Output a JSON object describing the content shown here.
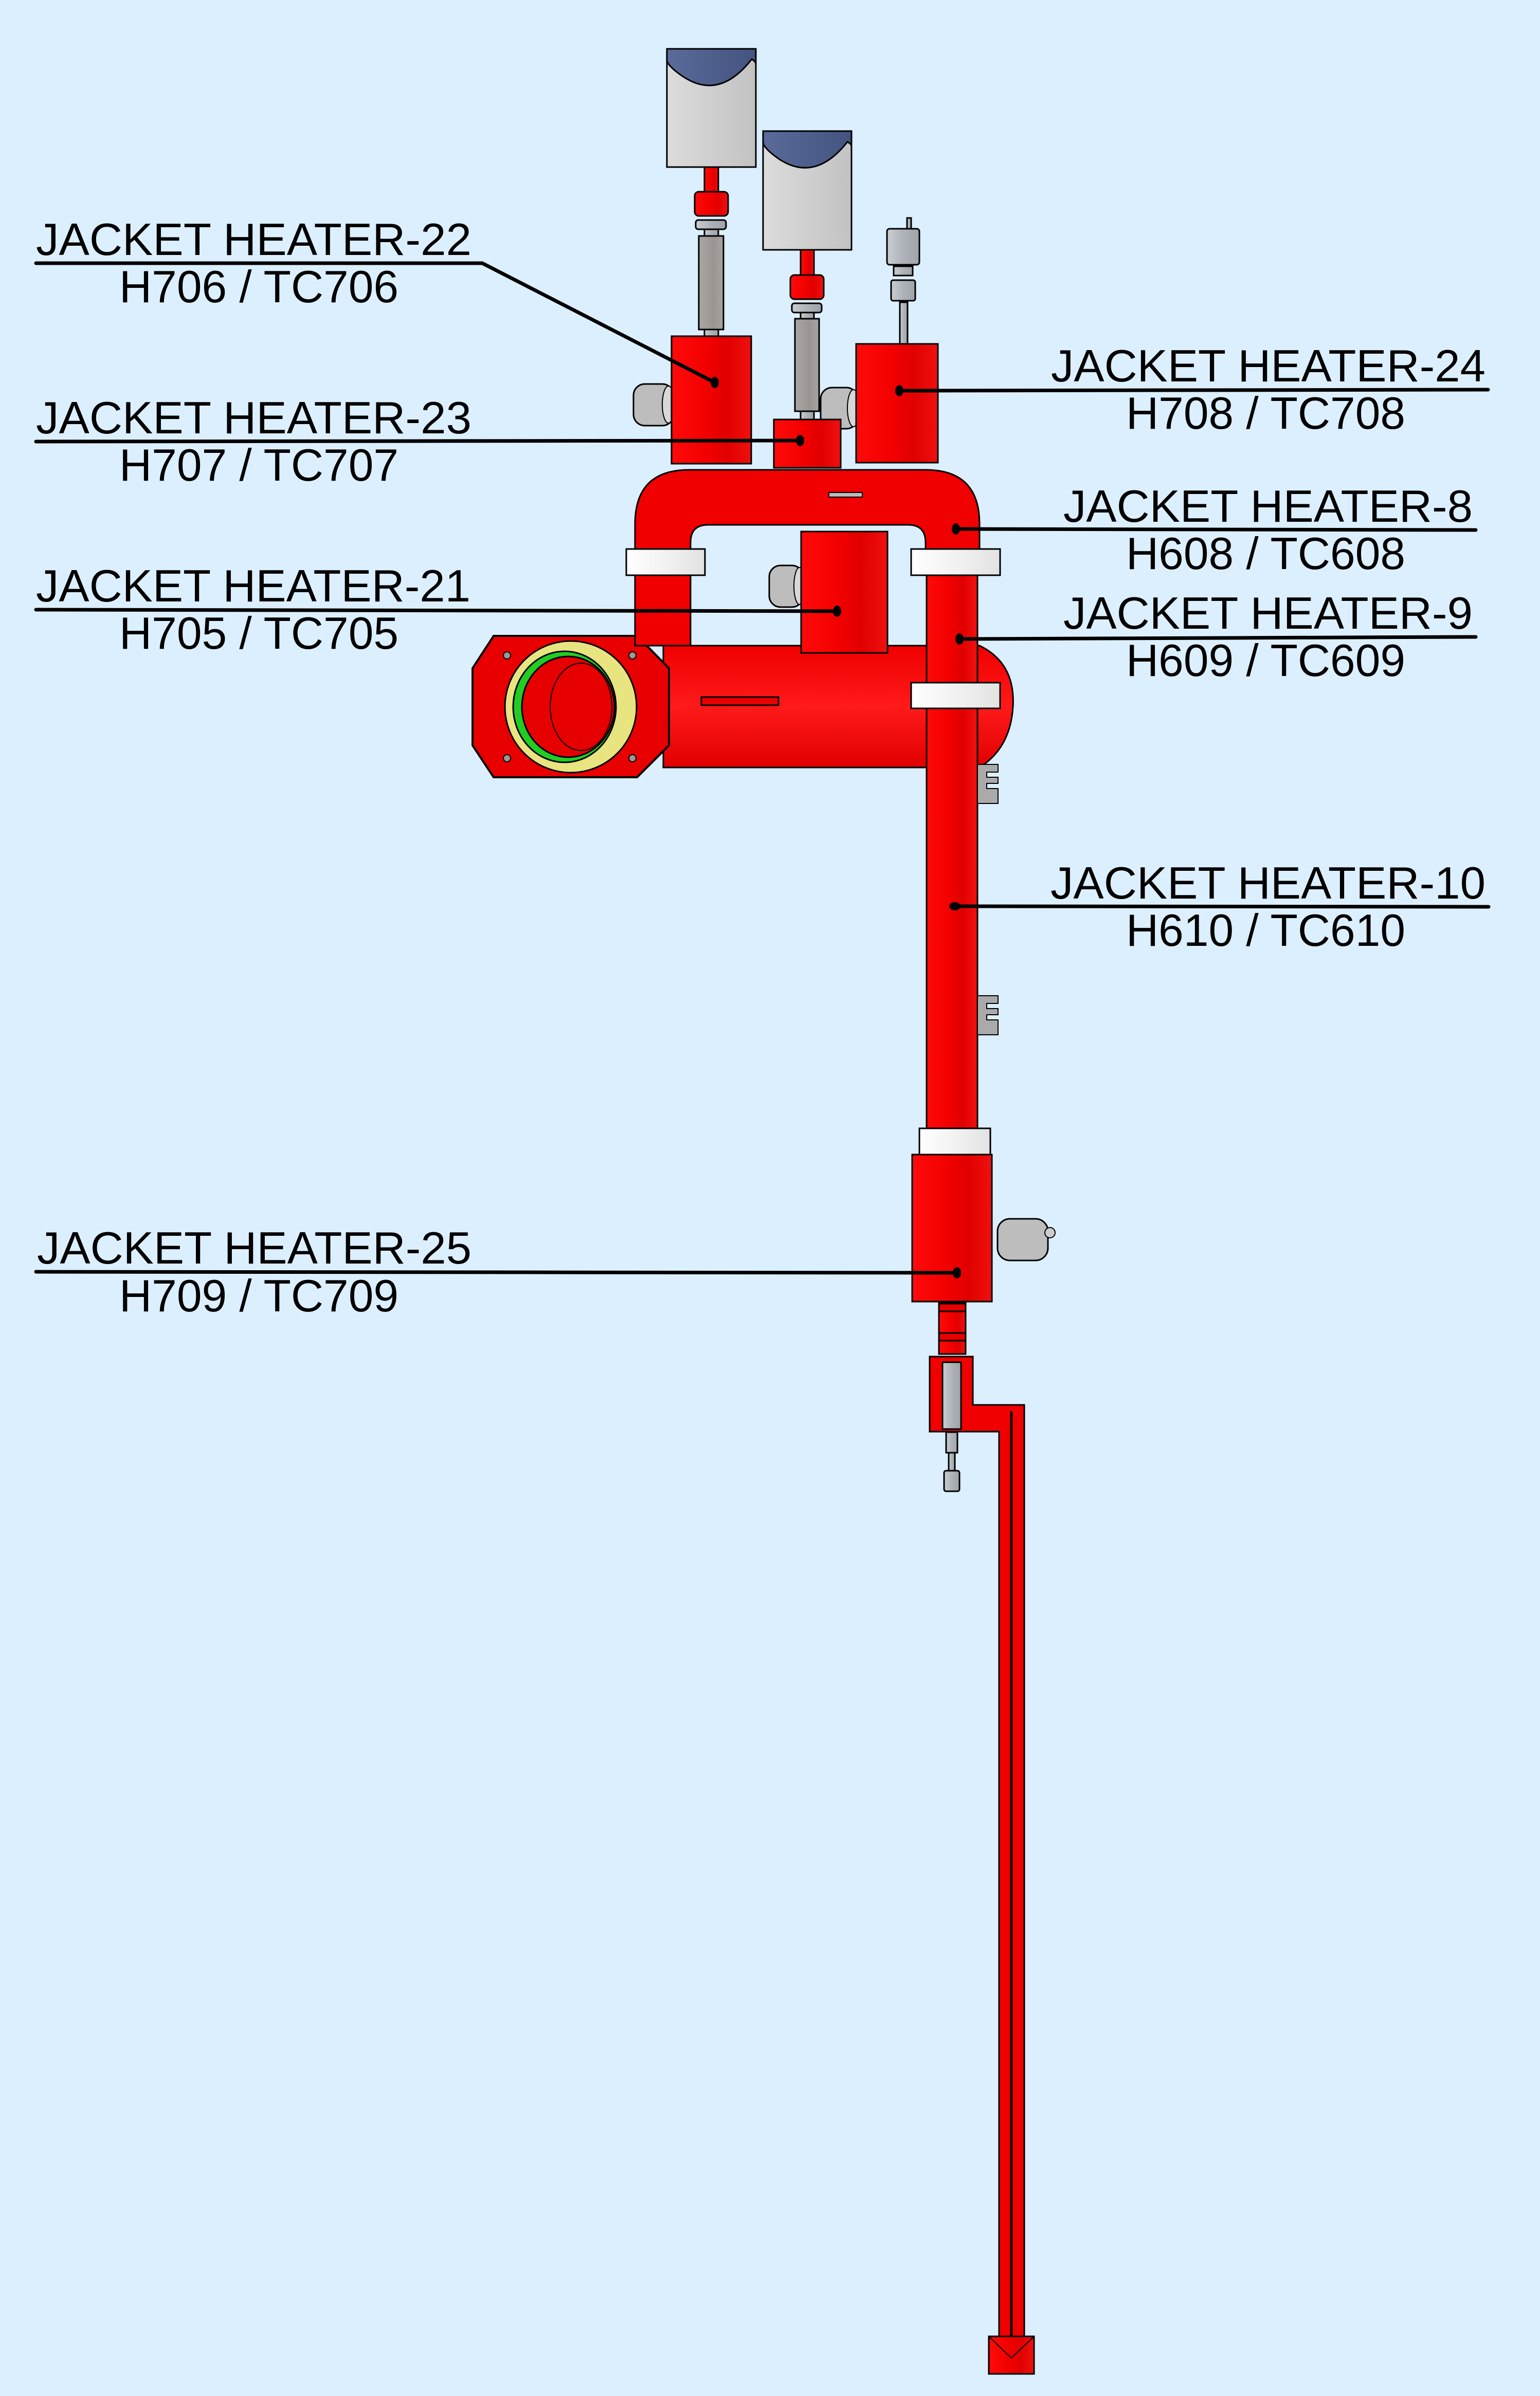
{
  "diagram": {
    "title": "Jacket heater layout",
    "background_color": "#dcefff",
    "heater_color": "#ff0000",
    "labels": [
      {
        "id": "jh-22",
        "name": "JACKET HEATER-22",
        "tags": "H706 / TC706",
        "side": "left"
      },
      {
        "id": "jh-23",
        "name": "JACKET HEATER-23",
        "tags": "H707 / TC707",
        "side": "left"
      },
      {
        "id": "jh-21",
        "name": "JACKET HEATER-21",
        "tags": "H705 / TC705",
        "side": "left"
      },
      {
        "id": "jh-25",
        "name": "JACKET HEATER-25",
        "tags": "H709 / TC709",
        "side": "left"
      },
      {
        "id": "jh-24",
        "name": "JACKET HEATER-24",
        "tags": "H708 / TC708",
        "side": "right"
      },
      {
        "id": "jh-8",
        "name": "JACKET HEATER-8",
        "tags": "H608 / TC608",
        "side": "right"
      },
      {
        "id": "jh-9",
        "name": "JACKET HEATER-9",
        "tags": "H609 / TC609",
        "side": "right"
      },
      {
        "id": "jh-10",
        "name": "JACKET HEATER-10",
        "tags": "H610 / TC610",
        "side": "right"
      }
    ]
  }
}
